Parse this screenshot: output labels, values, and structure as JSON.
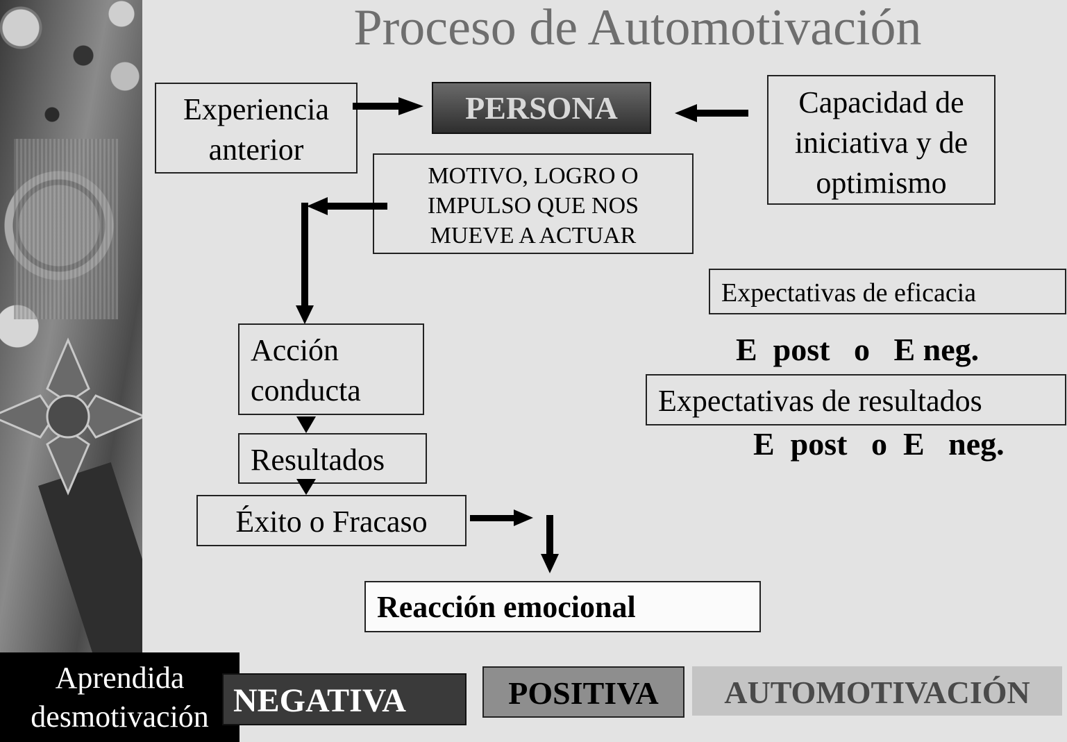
{
  "title": "Proceso de Automotivación",
  "nodes": {
    "experiencia": [
      "Experiencia",
      "anterior"
    ],
    "persona": "PERSONA",
    "capacidad": [
      "Capacidad de",
      "iniciativa y de",
      "optimismo"
    ],
    "motivo": [
      "MOTIVO, LOGRO O",
      "IMPULSO  QUE NOS",
      "MUEVE  A ACTUAR"
    ],
    "accion": [
      "Acción",
      "conducta"
    ],
    "resultados": "Resultados",
    "exito": "Éxito o Fracaso",
    "reaccion": "Reacción emocional",
    "exp_eficacia": "Expectativas de eficacia",
    "e_post_1": "E  post   o   E neg.",
    "exp_resultados": "Expectativas de resultados",
    "e_post_2": "E  post   o  E   neg.",
    "aprendida": [
      "Aprendida",
      "desmotivación"
    ],
    "negativa": "NEGATIVA",
    "positiva": "POSITIVA",
    "automotivacion": "AUTOMOTIVACIÓN"
  },
  "colors": {
    "background": "#e3e3e3",
    "persona_fill": "#4a4a4a",
    "persona_text": "#d9d9d9",
    "title_text": "#6e6e6e",
    "negativa_fill": "#3a3a3a",
    "positiva_fill": "#8e8e8e",
    "automotivacion_fill": "#c4c4c4",
    "automotivacion_text": "#4a4a4a"
  }
}
